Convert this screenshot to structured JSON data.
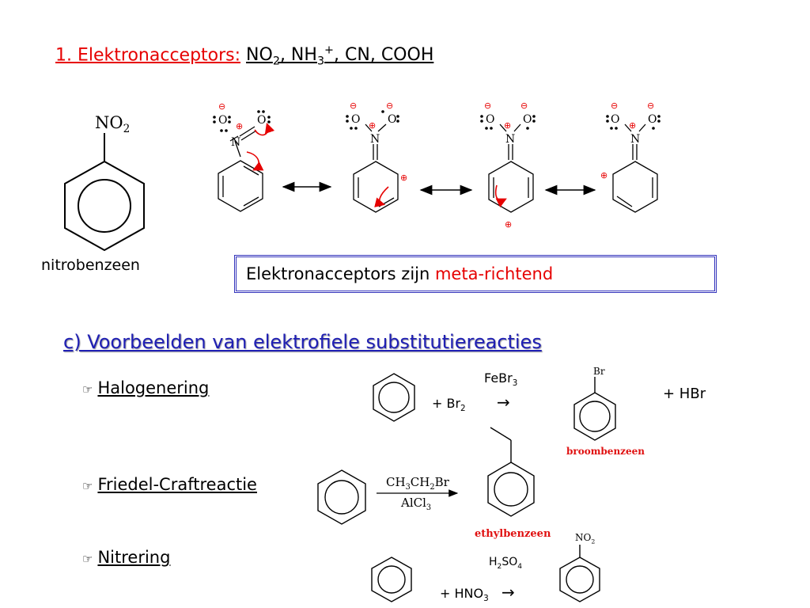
{
  "heading1": {
    "red_part": "1. Elektronacceptors:",
    "groups_html": "NO<sub>2</sub>, NH<sub>3</sub><sup>+</sup>, CN, COOH"
  },
  "nitrobenzene": {
    "substituent": "NO",
    "substituent_sub": "2",
    "name": "nitrobenzeen"
  },
  "note": {
    "text": "Elektronacceptors zijn ",
    "highlight": "meta-richtend"
  },
  "heading2": "c) Voorbeelden van elektrofiele substitutiereacties",
  "reactions": {
    "halogenering": {
      "label": "Halogenering",
      "reagent_html": "+ Br<sub>2</sub>",
      "catalyst_html": "FeBr<sub>3</sub>",
      "arrow": "→",
      "substituent": "Br",
      "product_name": "broombenzeen",
      "byproduct": "+ HBr"
    },
    "friedel": {
      "label": "Friedel-Craftreactie",
      "reagent_html": "CH<sub>3</sub>CH<sub>2</sub>Br",
      "catalyst_html": "AlCl<sub>3</sub>",
      "product_name": "ethylbenzeen"
    },
    "nitrering": {
      "label": "Nitrering",
      "catalyst_html": "H<sub>2</sub>SO<sub>4</sub>",
      "reagent_html": "+ HNO<sub>3</sub>",
      "arrow": "→",
      "substituent": "NO",
      "substituent_sub": "2"
    }
  },
  "bullet_icon": "pointing-hand-icon",
  "colors": {
    "red": "#e60000",
    "blue_heading": "#1f1fb4",
    "box_border": "#3333bb"
  }
}
